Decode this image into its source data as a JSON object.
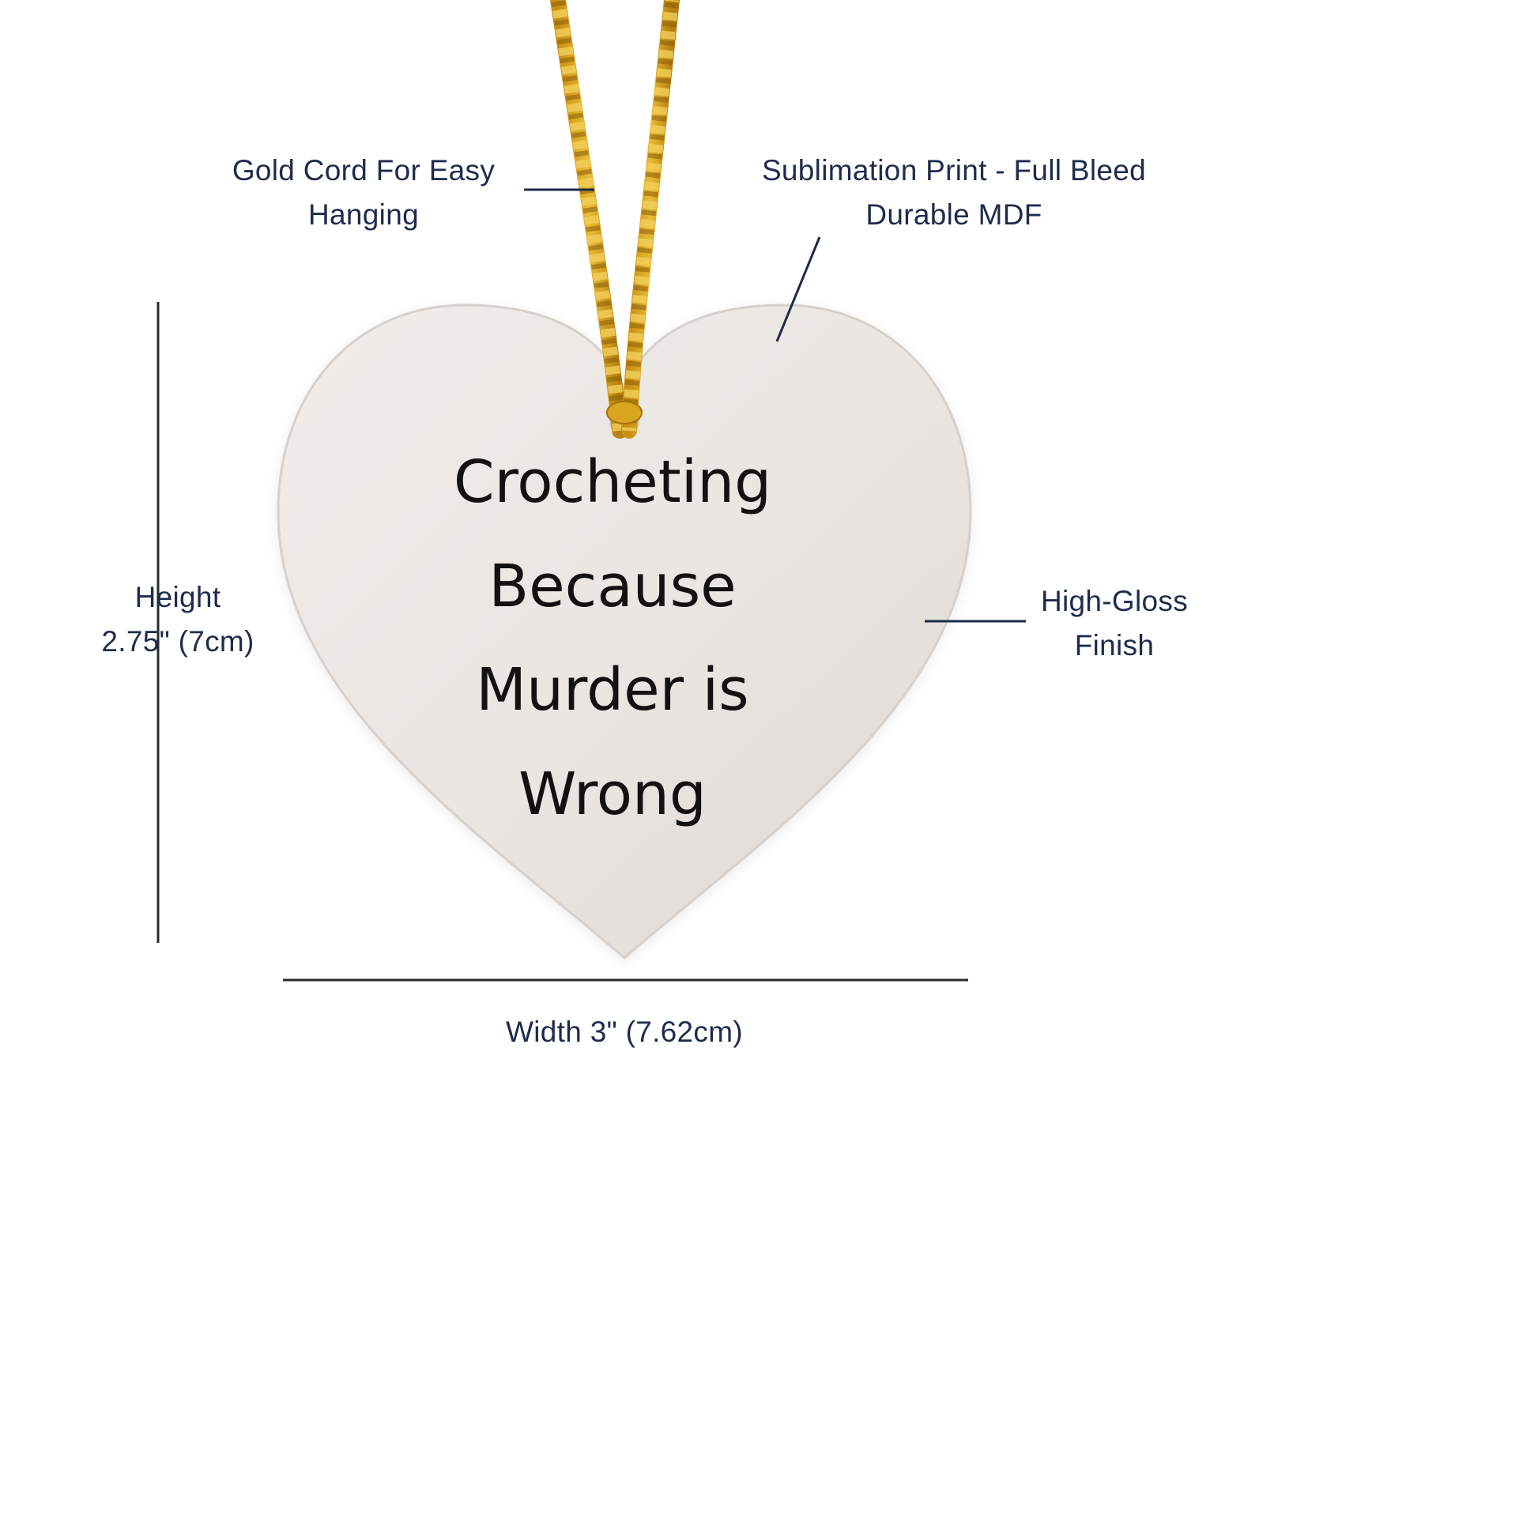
{
  "ornament": {
    "lines": [
      "Crocheting",
      "Because",
      "Murder is",
      "Wrong"
    ]
  },
  "annotations": {
    "cord_line1": "Gold Cord For Easy",
    "cord_line2": "Hanging",
    "print_line1": "Sublimation Print - Full Bleed",
    "print_line2": "Durable MDF",
    "finish_line1": "High-Gloss",
    "finish_line2": "Finish"
  },
  "dimensions": {
    "height_line1": "Height",
    "height_line2": "2.75\" (7cm)",
    "width": "Width 3\" (7.62cm)"
  },
  "colors": {
    "annotation_text": "#1f2b4d",
    "leader_line": "#1e2a4a",
    "dimension_line": "#2a2a2a",
    "heart_fill": "#e9e5e1",
    "heart_edge": "#d6d1cd",
    "cord_gold_base": "#d9a41f",
    "cord_gold_light": "#f2cf5b",
    "cord_gold_dark": "#8a5d08",
    "ornament_text": "#121212"
  }
}
